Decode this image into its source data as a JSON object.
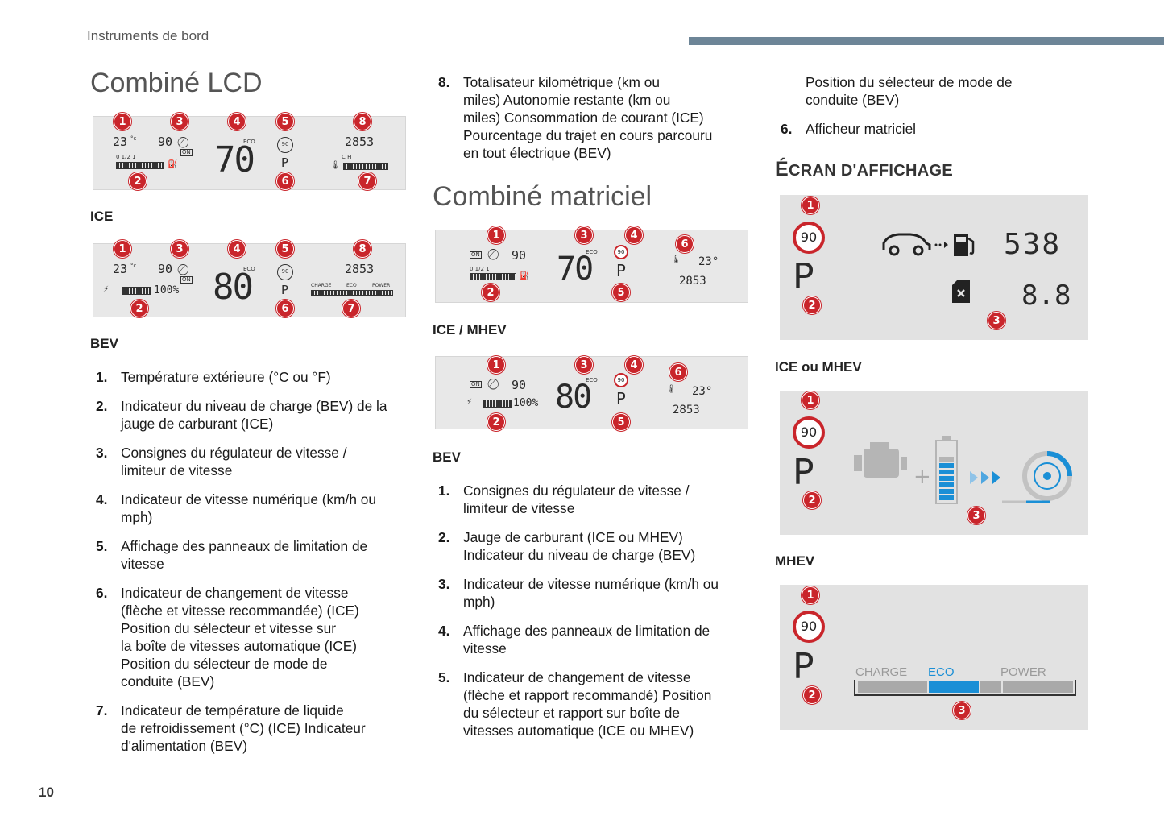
{
  "header": {
    "section_title": "Instruments de bord"
  },
  "page_number": "10",
  "col1": {
    "title": "Combiné LCD",
    "ice_caption": "ICE",
    "bev_caption": "BEV",
    "ice_panel": {
      "temp": "23",
      "cruise_speed": "90",
      "cruise_on": "ON",
      "speed": "70",
      "eco": "ECO",
      "sign_small": "90",
      "gear": "P",
      "odometer": "2853",
      "fuel_scale": "0  1/2  1",
      "temp_scale": "C         H"
    },
    "bev_panel": {
      "temp": "23",
      "cruise_speed": "90",
      "cruise_on": "ON",
      "speed": "80",
      "eco": "ECO",
      "sign_small": "90",
      "gear": "P",
      "odometer": "2853",
      "charge_pct": "100%",
      "power_labels": [
        "CHARGE",
        "ECO",
        "POWER"
      ]
    },
    "items": [
      {
        "n": "1.",
        "text": "Température extérieure (°C ou °F)"
      },
      {
        "n": "2.",
        "text": "Indicateur du niveau de charge (BEV) de la\njauge de carburant (ICE)"
      },
      {
        "n": "3.",
        "text": "Consignes du régulateur de vitesse /\nlimiteur de vitesse"
      },
      {
        "n": "4.",
        "text": "Indicateur de vitesse numérique (km/h ou\nmph)"
      },
      {
        "n": "5.",
        "text": "Affichage des panneaux de limitation de\nvitesse"
      },
      {
        "n": "6.",
        "text": "Indicateur de changement de vitesse\n(flèche et vitesse recommandée) (ICE)\nPosition du sélecteur et vitesse sur\nla boîte de vitesses automatique (ICE)\nPosition du sélecteur de mode de\nconduite (BEV)"
      },
      {
        "n": "7.",
        "text": "Indicateur de température de liquide\nde refroidissement (°C) (ICE) Indicateur\nd'alimentation (BEV)"
      }
    ]
  },
  "col2": {
    "item8": {
      "n": "8.",
      "text": "Totalisateur kilométrique (km ou\nmiles) Autonomie restante (km ou\nmiles) Consommation de courant (ICE)\nPourcentage du trajet en cours parcouru\nen tout électrique (BEV)"
    },
    "title": "Combiné matriciel",
    "ice_mhev_caption": "ICE / MHEV",
    "bev_caption": "BEV",
    "ice_panel": {
      "cruise_on": "ON",
      "cruise_speed": "90",
      "speed": "70",
      "eco": "ECO",
      "sign_small": "90",
      "gear": "P",
      "temp": "23°",
      "odometer": "2853",
      "fuel_scale": "0  1/2  1"
    },
    "bev_panel": {
      "cruise_on": "ON",
      "cruise_speed": "90",
      "speed": "80",
      "eco": "ECO",
      "sign_small": "90",
      "gear": "P",
      "temp": "23°",
      "odometer": "2853",
      "charge_pct": "100%"
    },
    "items": [
      {
        "n": "1.",
        "text": "Consignes du régulateur de vitesse /\nlimiteur de vitesse"
      },
      {
        "n": "2.",
        "text": "Jauge de carburant (ICE ou MHEV)\nIndicateur du niveau de charge (BEV)"
      },
      {
        "n": "3.",
        "text": "Indicateur de vitesse numérique (km/h ou\nmph)"
      },
      {
        "n": "4.",
        "text": "Affichage des panneaux de limitation de\nvitesse"
      },
      {
        "n": "5.",
        "text": "Indicateur de changement de vitesse\n(flèche et rapport recommandé) Position\ndu sélecteur et rapport sur boîte de\nvitesses automatique (ICE ou MHEV)"
      }
    ]
  },
  "col3": {
    "cont_text": "Position du sélecteur de mode de\nconduite (BEV)",
    "item6": {
      "n": "6.",
      "text": "Afficheur matriciel"
    },
    "title_first": "É",
    "title_rest": "CRAN D'AFFICHAGE",
    "ice_mhev_caption": "ICE ou MHEV",
    "mhev_caption": "MHEV",
    "screen1": {
      "sign": "90",
      "gear": "P",
      "range": "538",
      "consumption": "8.8"
    },
    "screen2": {
      "sign": "90",
      "gear": "P"
    },
    "screen3": {
      "sign": "90",
      "gear": "P",
      "labels": [
        "CHARGE",
        "ECO",
        "POWER"
      ]
    }
  },
  "colors": {
    "callout": "#c9252b",
    "header_bar": "#6d8597",
    "eco_blue": "#1a8fd6"
  }
}
